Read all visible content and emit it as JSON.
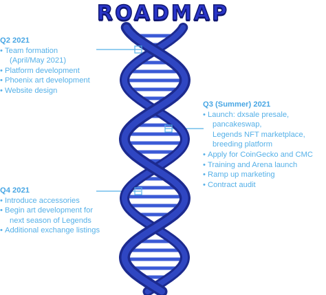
{
  "title": "ROADMAP",
  "q2": {
    "heading": "Q2  2021",
    "items": [
      {
        "text": "Team formation",
        "sub": "(April/May 2021)"
      },
      {
        "text": "Platform development"
      },
      {
        "text": "Phoenix art development"
      },
      {
        "text": "Website design"
      }
    ]
  },
  "q3": {
    "heading": "Q3 (Summer) 2021",
    "items": [
      {
        "text": "Launch: dxsale presale,",
        "sub": "pancakeswap,",
        "sub2": "Legends NFT marketplace,",
        "sub3": "breeding platform"
      },
      {
        "text": "Apply for CoinGecko and CMC"
      },
      {
        "text": "Training and Arena launch"
      },
      {
        "text": "Ramp up marketing"
      },
      {
        "text": "Contract audit"
      }
    ]
  },
  "q4": {
    "heading": "Q4 2021",
    "items": [
      {
        "text": "Introduce accessories"
      },
      {
        "text": "Begin art development for",
        "sub": "next season of Legends"
      },
      {
        "text": "Additional exchange listings"
      }
    ]
  },
  "colors": {
    "helix_dark": "#1c2a8f",
    "helix_light": "#2f46c2",
    "rung": "#3b5ad6",
    "text": "#55b0e8",
    "title": "#2a35c8"
  }
}
